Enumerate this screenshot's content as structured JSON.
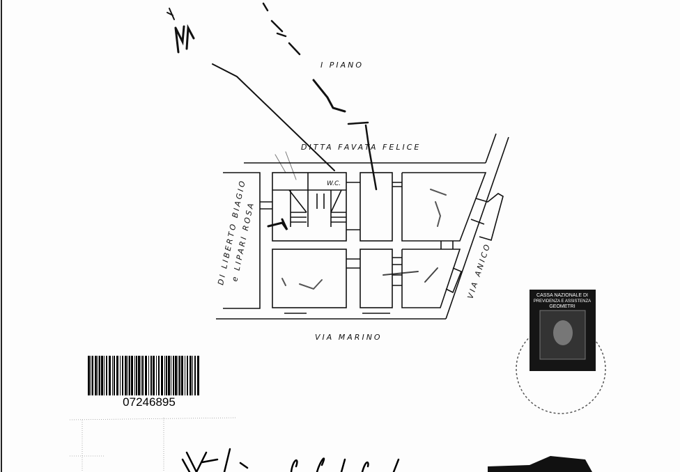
{
  "plan": {
    "floor_label": "I PIANO",
    "north_owner": "DITTA FAVATA FELICE",
    "west_owner_line1": "DI LIBERTO BIAGIO",
    "west_owner_line2": "e LIPARI ROSA",
    "south_street": "VIA MARINO",
    "east_street": "VIA ANICO",
    "wc_label": "W.C."
  },
  "stamp": {
    "line1": "CASSA NAZIONALE DI",
    "line2": "PREVIDENZA E ASSISTENZA",
    "line3": "GEOMETRI"
  },
  "barcode": {
    "number": "07246895"
  },
  "colors": {
    "ink": "#111111",
    "paper": "#fdfdfd"
  }
}
